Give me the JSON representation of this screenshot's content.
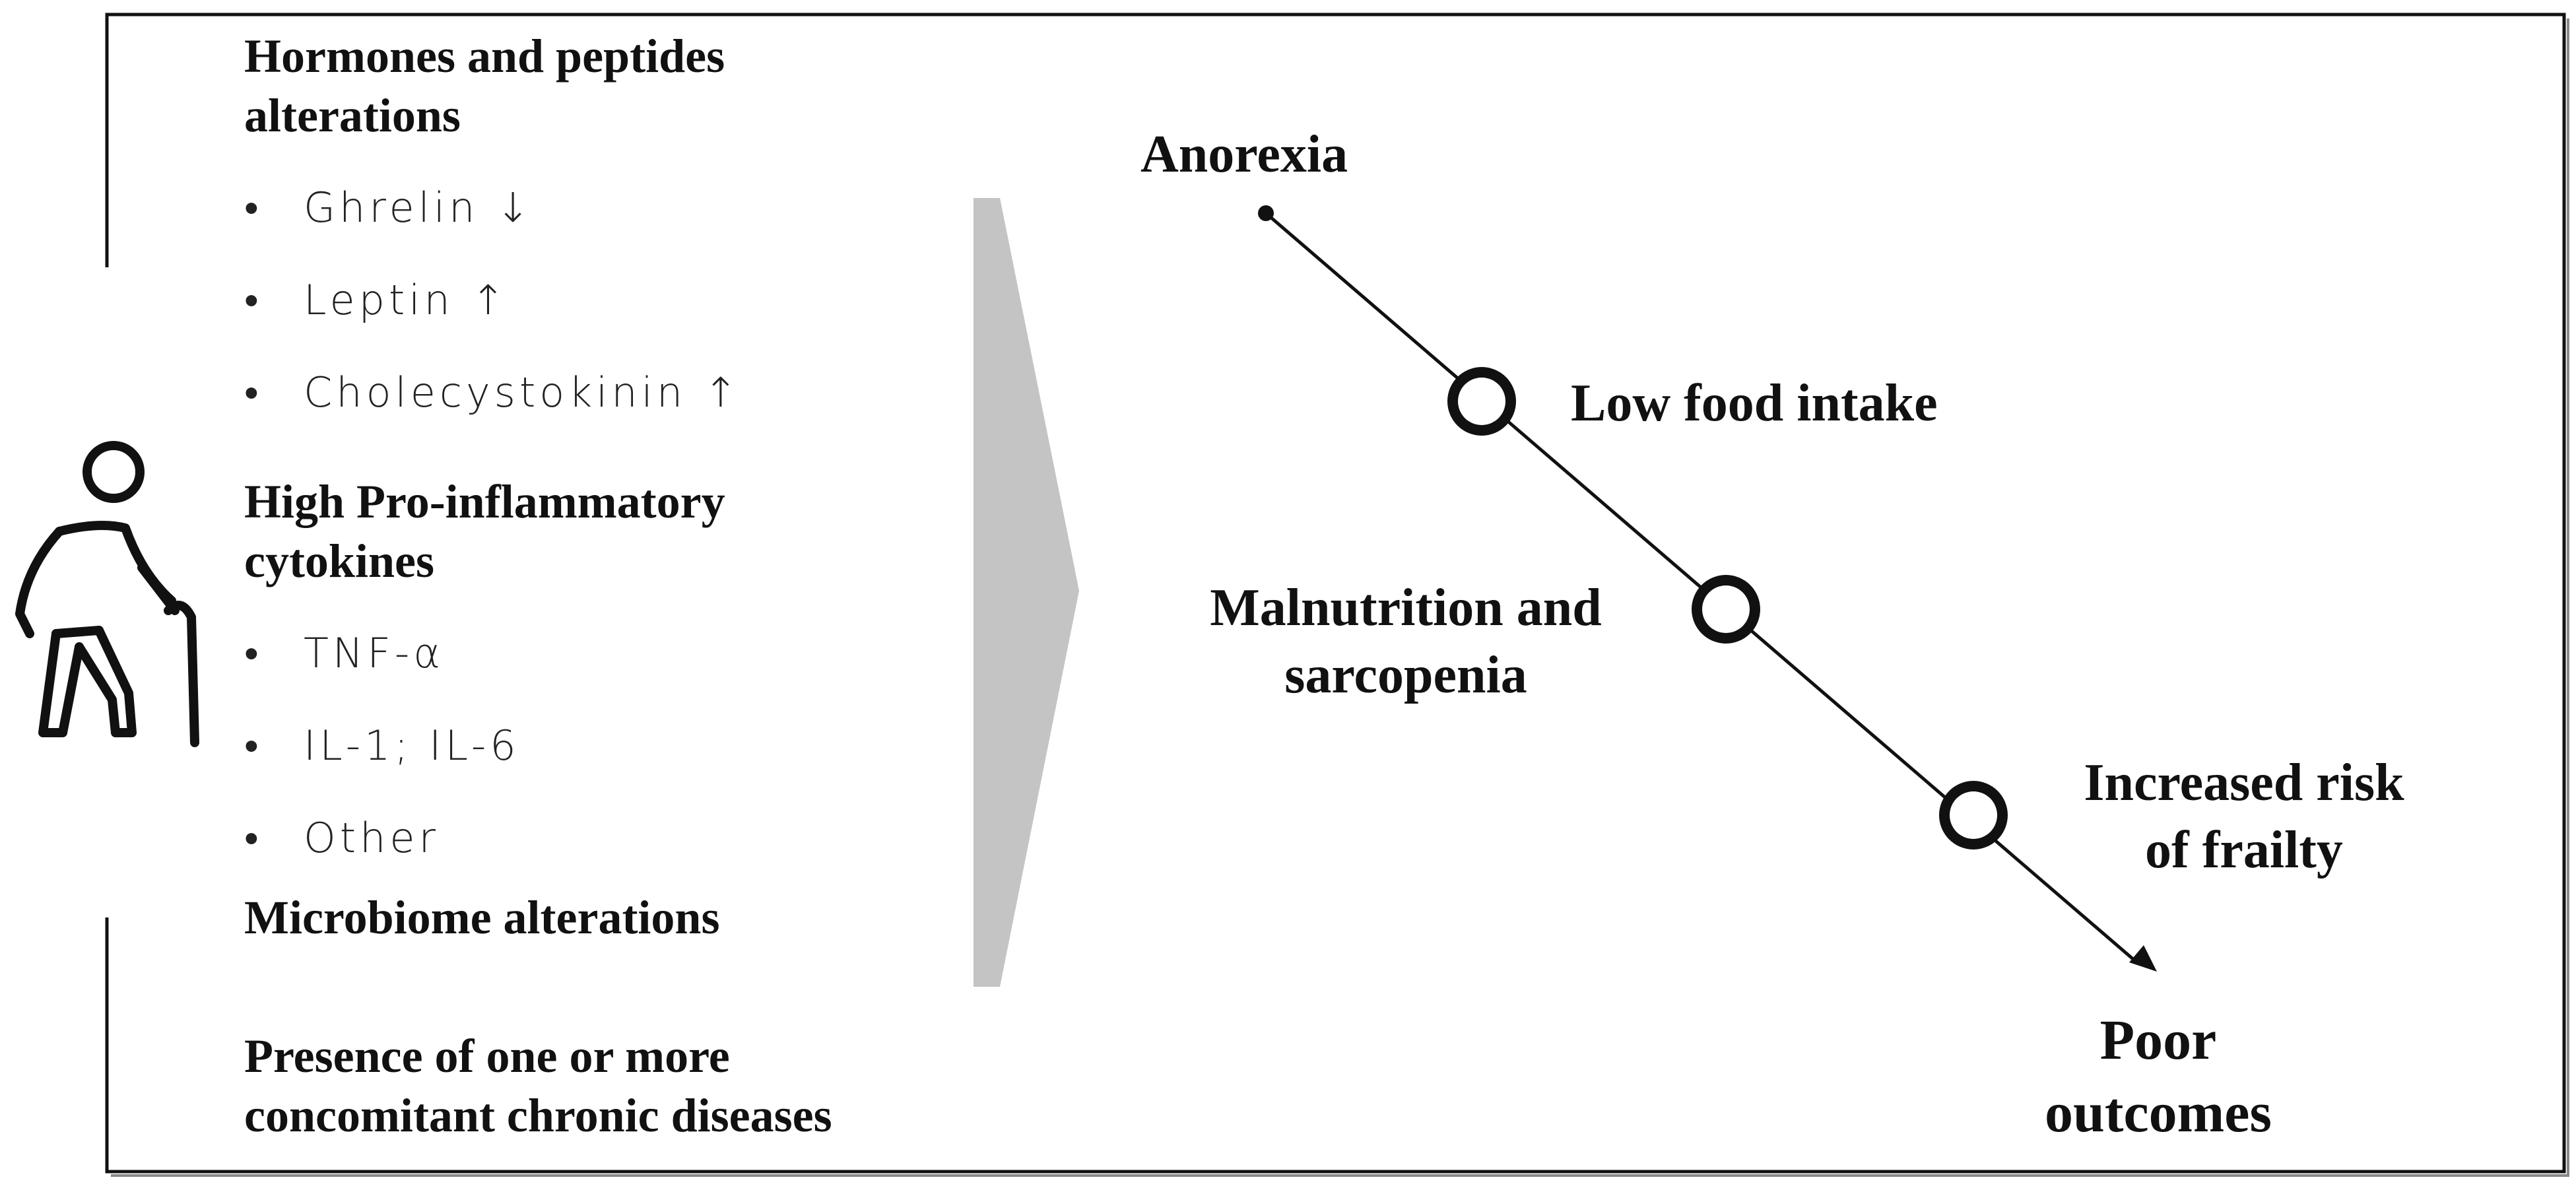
{
  "left_panel": {
    "hormones_heading_line1": "Hormones and peptides",
    "hormones_heading_line2": "alterations",
    "hormones_items": [
      "Ghrelin ↓",
      "Leptin ↑",
      "Cholecystokinin ↑"
    ],
    "cytokines_heading_line1": "High Pro-inflammatory",
    "cytokines_heading_line2": "cytokines",
    "cytokines_items": [
      "TNF-α",
      "IL-1; IL-6",
      "Other"
    ],
    "microbiome_heading": "Microbiome alterations",
    "chronic_heading_line1": "Presence of one or more",
    "chronic_heading_line2": "concomitant chronic diseases",
    "bullet_symbol": "•"
  },
  "right_panel": {
    "anorexia": "Anorexia",
    "low_food_intake": "Low food intake",
    "malnutrition_line1": "Malnutrition and",
    "malnutrition_line2": "sarcopenia",
    "frailty_line1": "Increased risk",
    "frailty_line2": "of frailty",
    "poor_line1": "Poor",
    "poor_line2": "outcomes"
  },
  "icons": {
    "person": "elderly-person-with-cane-icon",
    "arrow": "grey-chevron-arrow"
  },
  "colors": {
    "arrow_fill": "#c4c4c4",
    "line": "#111111"
  }
}
